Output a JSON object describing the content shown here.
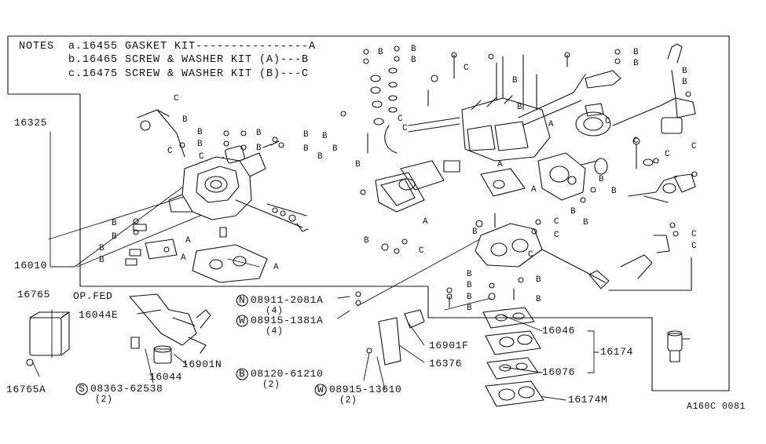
{
  "notes": {
    "label": "NOTES",
    "line_a": "a.16455 GASKET KIT----------------A",
    "line_b": "b.16465 SCREW & WASHER KIT (A)---B",
    "line_c": "c.16475 SCREW & WASHER KIT (B)---C"
  },
  "parts": {
    "p16325": "16325",
    "p16010": "16010",
    "p16765": "16765",
    "p16765A": "16765A",
    "op_fed": "OP.FED",
    "p16044E": "16044E",
    "p16044": "16044",
    "p16901N": "16901N",
    "s08363": "08363-62538",
    "s08363_qty": "(2)",
    "n08911": "08911-2081A",
    "n08911_qty": "(4)",
    "w08915_1381": "08915-1381A",
    "w08915_1381_qty": "(4)",
    "b08120": "08120-61210",
    "b08120_qty": "(2)",
    "w08915_136": "08915-13610",
    "w08915_136_qty": "(2)",
    "p16901F": "16901F",
    "p16376": "16376",
    "p16046": "16046",
    "p16174": "16174",
    "p16076": "16076",
    "p16174M": "16174M",
    "diagram_code": "A160C 0081"
  },
  "prefix_letters": {
    "N": "N",
    "W": "W",
    "B": "B",
    "S": "S"
  },
  "kit_letters": {
    "A": "A",
    "B": "B",
    "C": "C"
  },
  "colors": {
    "ink": "#111111",
    "paper": "#ffffff"
  }
}
